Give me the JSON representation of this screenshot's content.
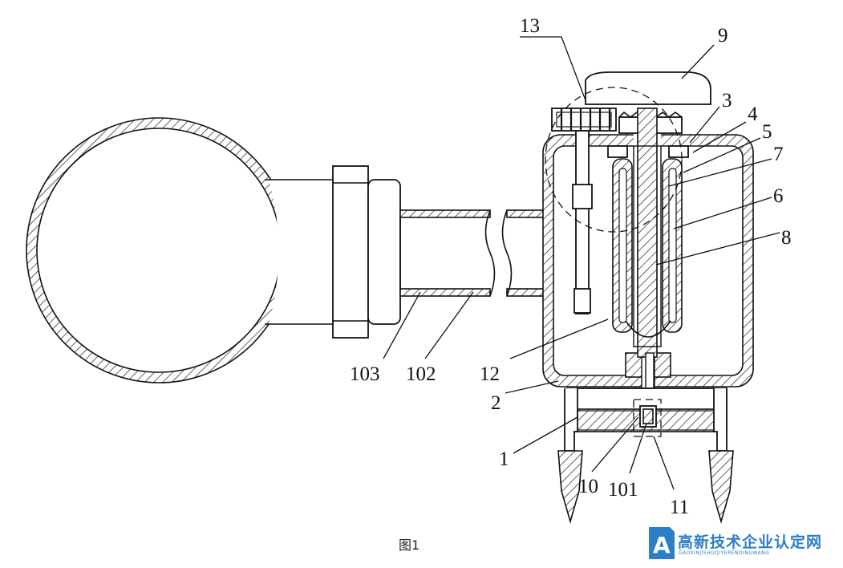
{
  "caption": "图1",
  "labels": {
    "l13": "13",
    "l9": "9",
    "l3": "3",
    "l4": "4",
    "l5": "5",
    "l7": "7",
    "l6": "6",
    "l8": "8",
    "l12": "12",
    "l2": "2",
    "l1": "1",
    "l10": "10",
    "l101": "101",
    "l11": "11",
    "l103": "103",
    "l102": "102"
  },
  "watermark": {
    "name": "高新技术企业认定网",
    "sub": "GAOXINJISHUQIYERENDINGWANG",
    "logo_letter": "A",
    "color": "#2d7ec8"
  }
}
